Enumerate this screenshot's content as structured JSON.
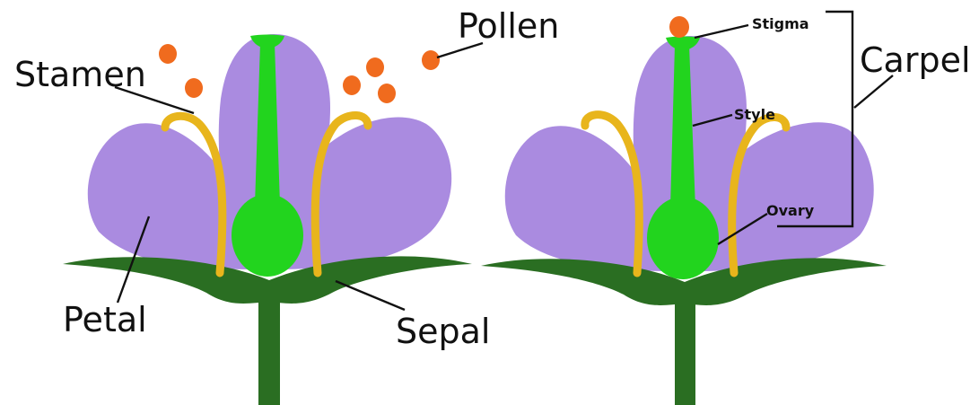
{
  "colors": {
    "petal": "#aa8be0",
    "carpel": "#22d41e",
    "stamen": "#e8b51c",
    "sepal": "#2a6e22",
    "pollen": "#f06b1e",
    "line": "#111111"
  },
  "labels": {
    "pollen": "Pollen",
    "stamen": "Stamen",
    "petal": "Petal",
    "sepal": "Sepal",
    "carpel": "Carpel",
    "stigma": "Stigma",
    "style": "Style",
    "ovary": "Ovary"
  }
}
